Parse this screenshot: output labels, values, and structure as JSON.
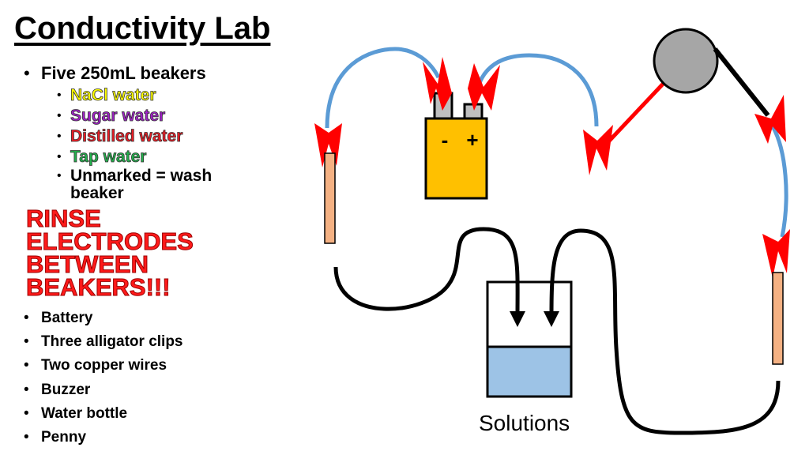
{
  "title": "Conductivity Lab",
  "materials": {
    "beakers_heading": "Five 250mL beakers",
    "beakers": [
      {
        "label": "NaCl  water",
        "color": "#ffff00"
      },
      {
        "label": "Sugar water",
        "color": "#a020c8"
      },
      {
        "label": "Distilled water",
        "color": "#ee1c24"
      },
      {
        "label": "Tap water",
        "color": "#22b14c"
      },
      {
        "label": "Unmarked = wash",
        "label2": "beaker",
        "color": "#000000"
      }
    ],
    "warning_lines": [
      "RINSE",
      "ELECTRODES",
      "BETWEEN",
      "BEAKERS!!!"
    ],
    "items": [
      "Battery",
      "Three alligator clips",
      "Two copper wires",
      "Buzzer",
      "Water bottle",
      "Penny"
    ]
  },
  "diagram": {
    "battery_minus": "-",
    "battery_plus": "+",
    "solutions_label": "Solutions",
    "colors": {
      "wire": "#5b9bd5",
      "clip": "#ff0000",
      "battery": "#ffc000",
      "terminal": "#bfbfbf",
      "electrode": "#f4b183",
      "solution": "#9dc3e6",
      "buzzer": "#a6a6a6"
    }
  }
}
